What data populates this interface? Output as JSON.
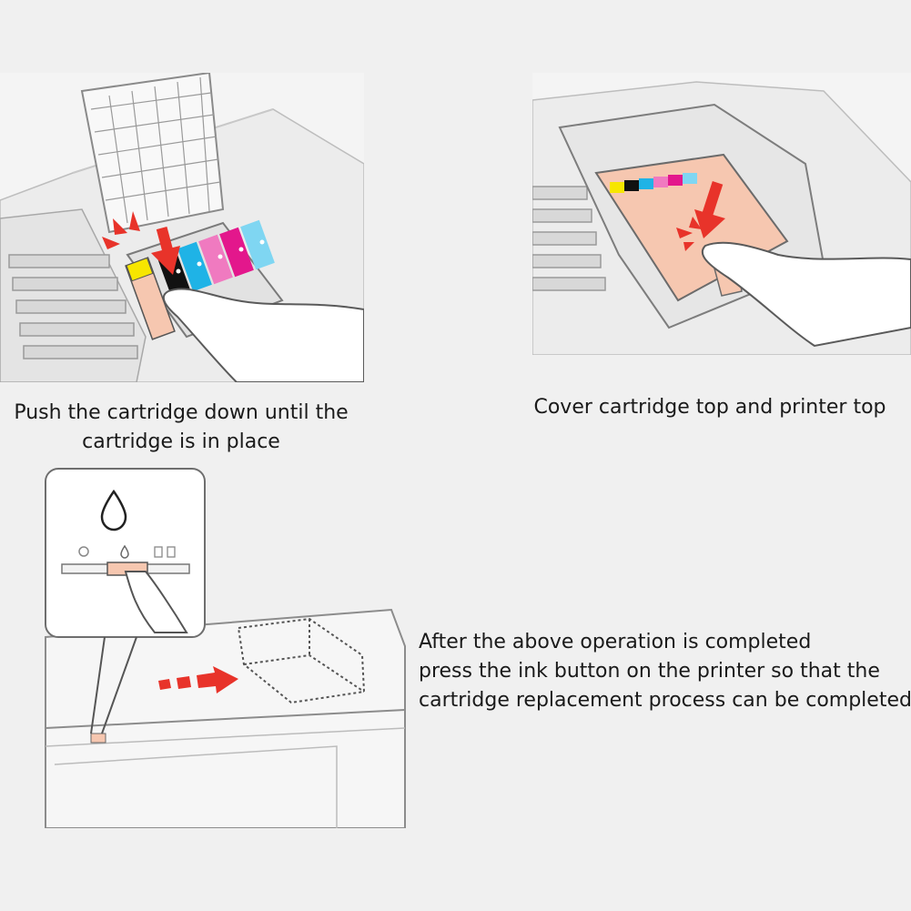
{
  "steps": [
    {
      "caption_lines": [
        "Push the cartridge down until the",
        "cartridge is in place"
      ],
      "illustration": "cartridge-insertion-illustration"
    },
    {
      "caption_lines": [
        "Cover cartridge top and printer top"
      ],
      "illustration": "cover-closing-illustration"
    },
    {
      "caption_lines": [
        "After the above operation is completed",
        "press the ink button on the printer so that the",
        "cartridge replacement process can be completed."
      ],
      "illustration": "ink-button-illustration"
    }
  ],
  "colors": {
    "background": "#f0f0f0",
    "arrow": "#e8332a",
    "cartridge_body": "#f6c7b0",
    "ink_yellow": "#f7e600",
    "ink_black": "#111111",
    "ink_cyan": "#1fb3e6",
    "ink_magenta": "#e3178c",
    "ink_light_magenta": "#f07ac0",
    "ink_light_cyan": "#7fd6f2"
  },
  "icons": [
    "ink-drop-icon",
    "power-icon",
    "paper-icon",
    "red-arrow-icon"
  ]
}
